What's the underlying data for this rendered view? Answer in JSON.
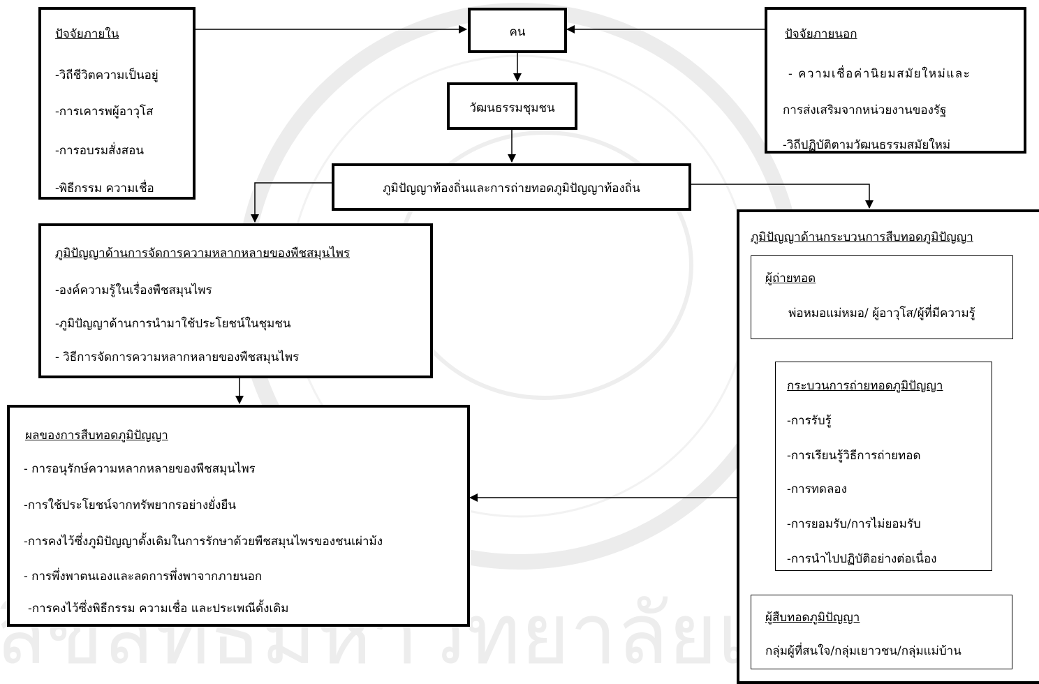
{
  "internal": {
    "title": "ปัจจัยภายใน",
    "items": [
      "-วิถีชีวิตความเป็นอยู่",
      "-การเคารพผู้อาวุโส",
      "-การอบรมสั่งสอน",
      "-พิธีกรรม ความเชื่อ"
    ]
  },
  "people": "คน",
  "culture": "วัฒนธรรมชุมชน",
  "external": {
    "title": "ปัจจัยภายนอก",
    "items": [
      "- ความเชื่อค่านิยมสมัยใหม่และ",
      "การส่งเสริมจากหน่วยงานของรัฐ",
      "-วิถีปฏิบัติตามวัฒนธรรมสมัยใหม่"
    ]
  },
  "wisdom": "ภูมิปัญญาท้องถิ่นและการถ่ายทอดภูมิปัญญาท้องถิ่น",
  "management": {
    "title": "ภูมิปัญญาด้านการจัดการความหลากหลายของพืชสมุนไพร",
    "items": [
      "-องค์ความรู้ในเรื่องพืชสมุนไพร",
      "-ภูมิปัญญาด้านการนำมาใช้ประโยชน์ในชุมชน",
      "- วิธีการจัดการความหลากหลายของพืชสมุนไพร"
    ]
  },
  "results": {
    "title": "ผลของการสืบทอดภูมิปัญญา",
    "items": [
      "- การอนุรักษ์ความหลากหลายของพืชสมุนไพร",
      "-การใช้ประโยชน์จากทรัพยากรอย่างยั่งยืน",
      "-การคงไว้ซึ่งภูมิปัญญาดั้งเดิมในการรักษาด้วยพืชสมุนไพรของชนเผ่าม้ง",
      "- การพึ่งพาตนเองและลดการพึ่งพาจากภายนอก",
      "-การคงไว้ซึ่งพิธีกรรม  ความเชื่อ และประเพณีดั้งเดิม"
    ]
  },
  "process": {
    "title": "ภูมิปัญญาด้านกระบวนการสืบทอดภูมิปัญญา",
    "transmitter": {
      "title": "ผู้ถ่ายทอด",
      "text": "พ่อหมอแม่หมอ/ ผู้อาวุโส/ผู้ที่มีความรู้"
    },
    "transfer": {
      "title": "กระบวนการถ่ายทอดภูมิปัญญา",
      "items": [
        "-การรับรู้",
        "-การเรียนรู้วิธีการถ่ายทอด",
        "-การทดลอง",
        "-การยอมรับ/การไม่ยอมรับ",
        "-การนำไปปฏิบัติอย่างต่อเนื่อง"
      ]
    },
    "successor": {
      "title": "ผู้สืบทอดภูมิปัญญา",
      "text": "กลุ่มผู้ที่สนใจ/กลุ่มเยาวชน/กลุ่มแม่บ้าน"
    }
  }
}
